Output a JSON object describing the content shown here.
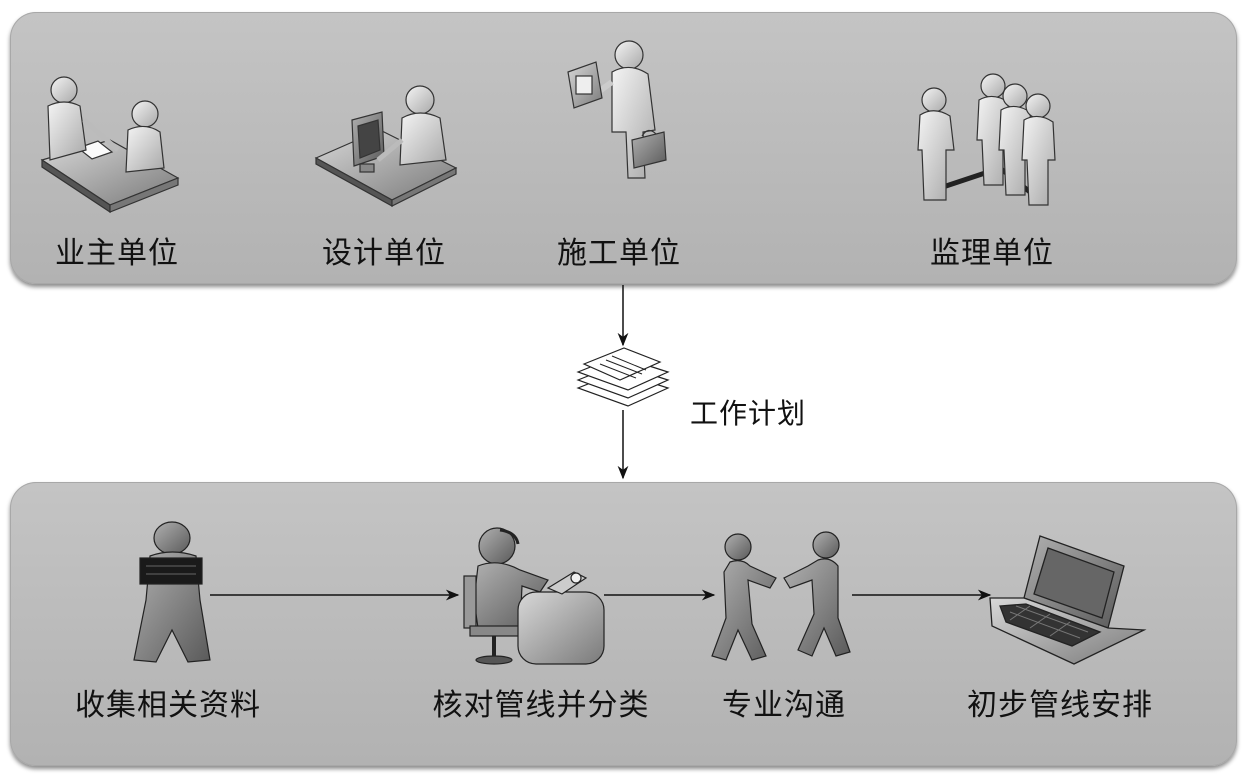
{
  "stakeholders": [
    {
      "id": "owner",
      "label": "业主单位",
      "icon": "handshake-meeting-icon"
    },
    {
      "id": "designer",
      "label": "设计单位",
      "icon": "person-at-computer-icon"
    },
    {
      "id": "constructor",
      "label": "施工单位",
      "icon": "worker-with-briefcase-icon"
    },
    {
      "id": "supervisor",
      "label": "监理单位",
      "icon": "group-of-people-icon"
    }
  ],
  "plan": {
    "label": "工作计划",
    "icon": "document-stack-icon"
  },
  "process": [
    {
      "id": "collect",
      "label": "收集相关资料",
      "icon": "person-reading-icon"
    },
    {
      "id": "verify",
      "label": "核对管线并分类",
      "icon": "person-sorting-icon"
    },
    {
      "id": "communicate",
      "label": "专业沟通",
      "icon": "two-people-talking-icon"
    },
    {
      "id": "arrange",
      "label": "初步管线安排",
      "icon": "laptop-icon"
    }
  ],
  "colors": {
    "panel": "#b8b8b8",
    "figure_light": "#e8e8e8",
    "figure_mid": "#9a9a9a",
    "figure_dark": "#555555",
    "text": "#111111",
    "arrow": "#111111"
  }
}
